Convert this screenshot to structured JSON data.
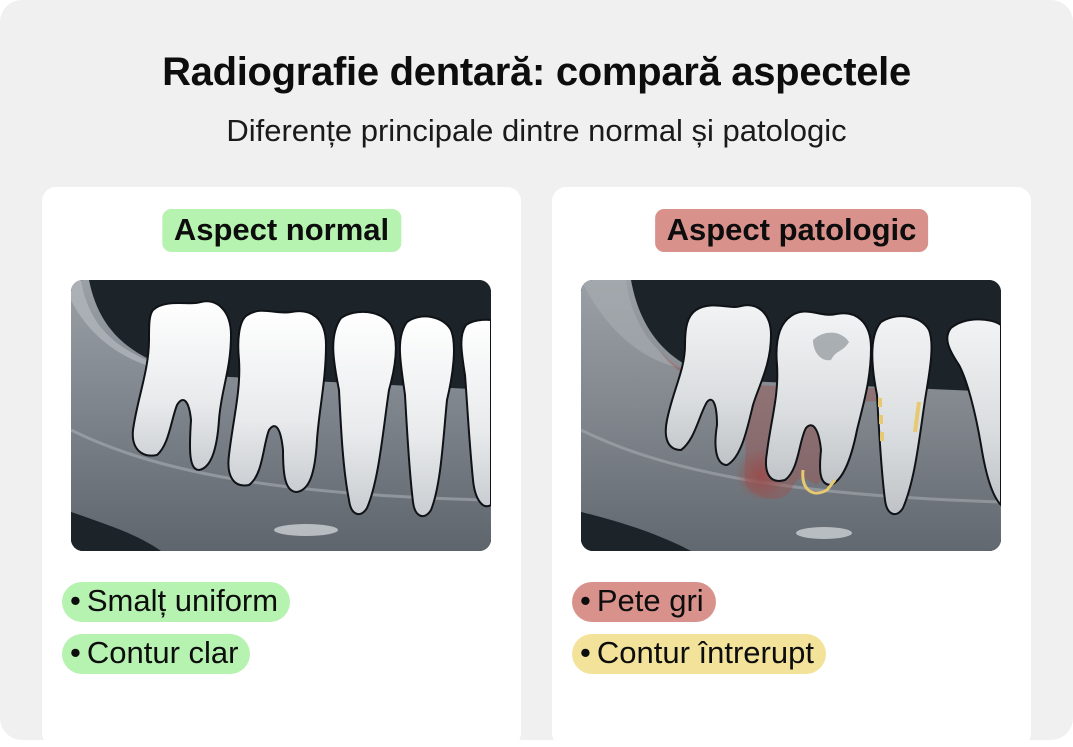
{
  "header": {
    "title": "Radiografie dentară: compară aspectele",
    "subtitle": "Diferențe principale dintre normal și patologic"
  },
  "colors": {
    "panel_bg": "#f0f0f0",
    "card_bg": "#ffffff",
    "normal_green": "#b6f2b0",
    "pathologic_red": "#d9918c",
    "warning_yellow": "#f3e39a",
    "xray_dark": "#1c2329"
  },
  "cards": [
    {
      "tag": "Aspect normal",
      "tag_color": "#b6f2b0",
      "image": "radiography-normal-teeth",
      "bullets": [
        {
          "text": "Smalț uniform",
          "color": "#b6f2b0"
        },
        {
          "text": "Contur clar",
          "color": "#b6f2b0"
        }
      ]
    },
    {
      "tag": "Aspect patologic",
      "tag_color": "#d9918c",
      "image": "radiography-pathologic-teeth",
      "bullets": [
        {
          "text": "Pete gri",
          "color": "#d9918c"
        },
        {
          "text": "Contur întrerupt",
          "color": "#f3e39a"
        }
      ]
    }
  ],
  "bullet_glyph": "•"
}
